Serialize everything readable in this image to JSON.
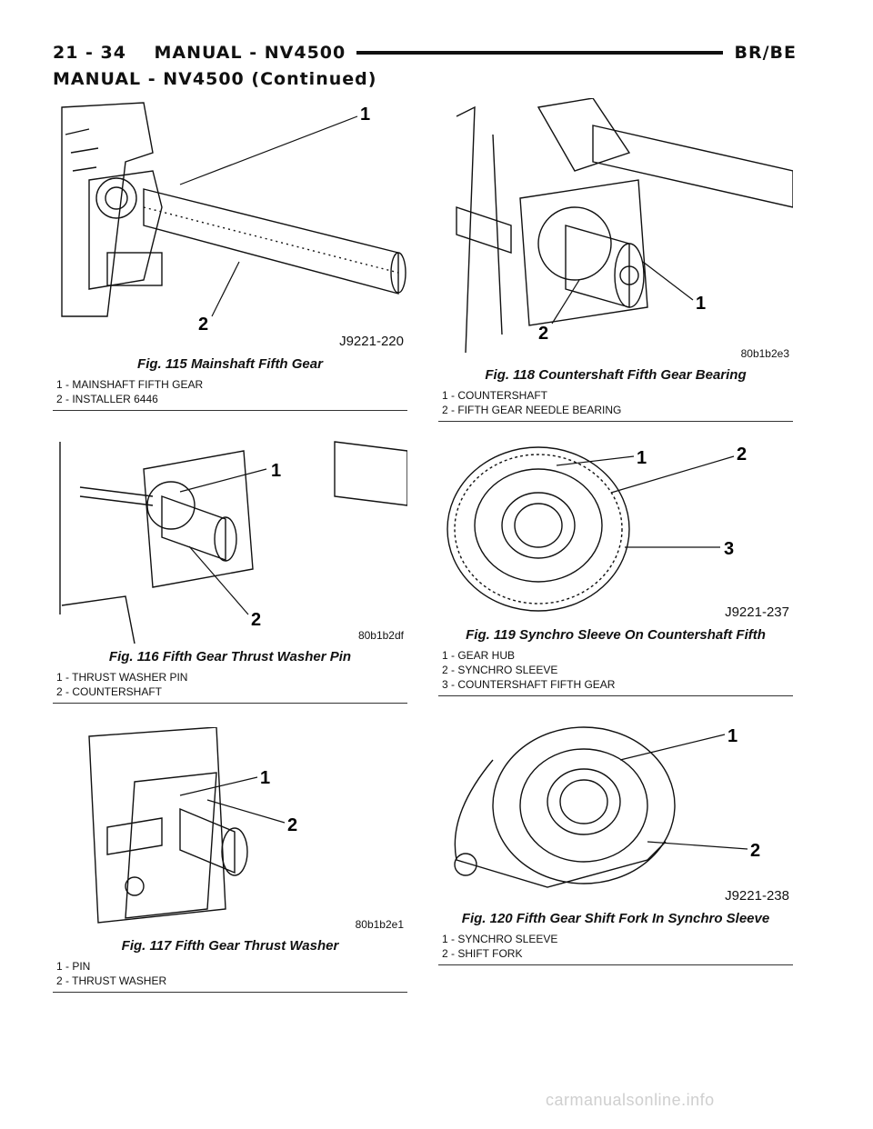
{
  "header": {
    "left": "21 - 34    MANUAL - NV4500",
    "right": "BR/BE"
  },
  "continued_title": "MANUAL - NV4500 (Continued)",
  "figures": [
    {
      "caption": "Fig. 115 Mainshaft Fifth Gear",
      "code": "J9221-220",
      "callouts": [
        "1",
        "2"
      ],
      "legend": [
        "1 - MAINSHAFT FIFTH GEAR",
        "2 - INSTALLER 6446"
      ]
    },
    {
      "caption": "Fig. 116 Fifth Gear Thrust Washer Pin",
      "code": "80b1b2df",
      "callouts": [
        "1",
        "2"
      ],
      "legend": [
        "1 - THRUST WASHER PIN",
        "2 - COUNTERSHAFT"
      ]
    },
    {
      "caption": "Fig. 117 Fifth Gear Thrust Washer",
      "code": "80b1b2e1",
      "callouts": [
        "1",
        "2"
      ],
      "legend": [
        "1 - PIN",
        "2 - THRUST WASHER"
      ]
    },
    {
      "caption": "Fig. 118 Countershaft Fifth Gear Bearing",
      "code": "80b1b2e3",
      "callouts": [
        "1",
        "2"
      ],
      "legend": [
        "1 - COUNTERSHAFT",
        "2 - FIFTH GEAR NEEDLE BEARING"
      ]
    },
    {
      "caption": "Fig. 119 Synchro Sleeve On Countershaft Fifth",
      "code": "J9221-237",
      "callouts": [
        "1",
        "2",
        "3"
      ],
      "legend": [
        "1 - GEAR HUB",
        "2 - SYNCHRO SLEEVE",
        "3 - COUNTERSHAFT FIFTH GEAR"
      ]
    },
    {
      "caption": "Fig. 120 Fifth Gear Shift Fork In Synchro Sleeve",
      "code": "J9221-238",
      "callouts": [
        "1",
        "2"
      ],
      "legend": [
        "1 - SYNCHRO SLEEVE",
        "2 - SHIFT FORK"
      ]
    }
  ],
  "watermark": "carmanualsonline.info"
}
